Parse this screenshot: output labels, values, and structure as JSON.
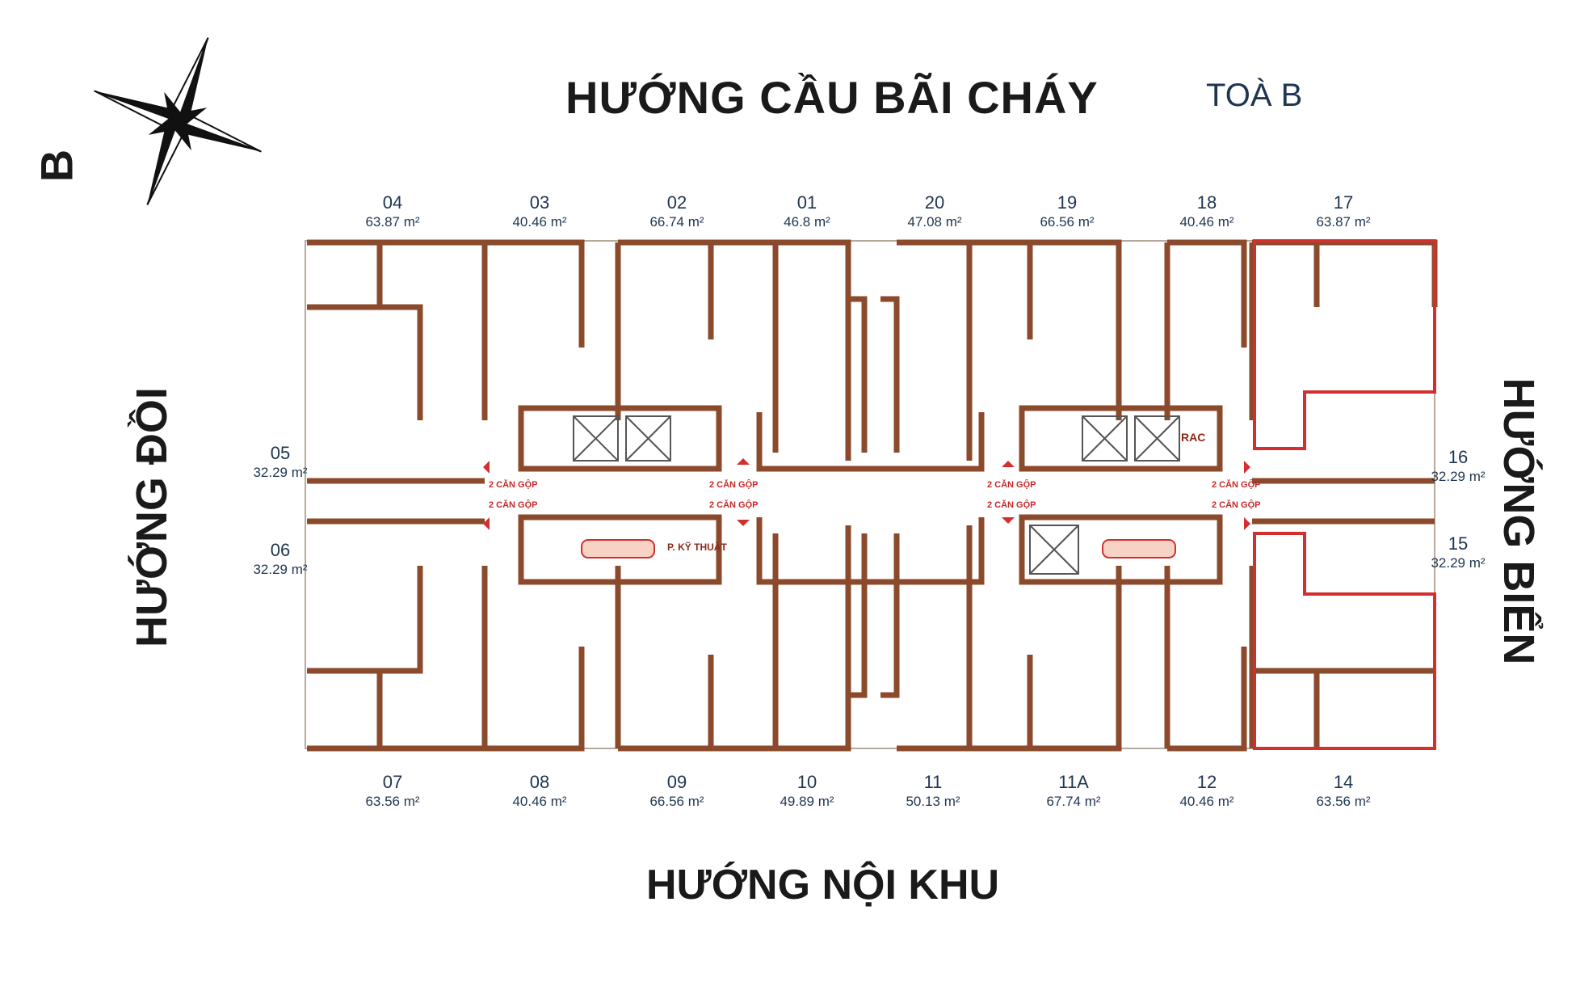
{
  "header": {
    "title": "HƯỚNG CẦU BÃI CHÁY",
    "building": "TOÀ B"
  },
  "footer": {
    "title": "HƯỚNG NỘI KHU"
  },
  "sides": {
    "left": "HƯỚNG ĐỒI",
    "right": "HƯỚNG BIỂN"
  },
  "compass": {
    "north_label": "B"
  },
  "units_top": [
    {
      "num": "04",
      "area": "63.87 m²"
    },
    {
      "num": "03",
      "area": "40.46 m²"
    },
    {
      "num": "02",
      "area": "66.74 m²"
    },
    {
      "num": "01",
      "area": "46.8 m²"
    },
    {
      "num": "20",
      "area": "47.08 m²"
    },
    {
      "num": "19",
      "area": "66.56 m²"
    },
    {
      "num": "18",
      "area": "40.46 m²"
    },
    {
      "num": "17",
      "area": "63.87 m²"
    }
  ],
  "units_bottom": [
    {
      "num": "07",
      "area": "63.56 m²"
    },
    {
      "num": "08",
      "area": "40.46 m²"
    },
    {
      "num": "09",
      "area": "66.56 m²"
    },
    {
      "num": "10",
      "area": "49.89 m²"
    },
    {
      "num": "11",
      "area": "50.13 m²"
    },
    {
      "num": "11A",
      "area": "67.74 m²"
    },
    {
      "num": "12",
      "area": "40.46 m²"
    },
    {
      "num": "14",
      "area": "63.56 m²"
    }
  ],
  "units_left": [
    {
      "num": "05",
      "area": "32.29 m²"
    },
    {
      "num": "06",
      "area": "32.29 m²"
    }
  ],
  "units_right": [
    {
      "num": "16",
      "area": "32.29 m²"
    },
    {
      "num": "15",
      "area": "32.29 m²"
    }
  ],
  "plan_labels": {
    "combine": "2 CĂN GỘP",
    "technical": "P. KỸ THUẬT",
    "trash": "RAC"
  },
  "colors": {
    "wall": "#8b4a2b",
    "highlight": "#d32f2f",
    "text": "#1f3552"
  }
}
